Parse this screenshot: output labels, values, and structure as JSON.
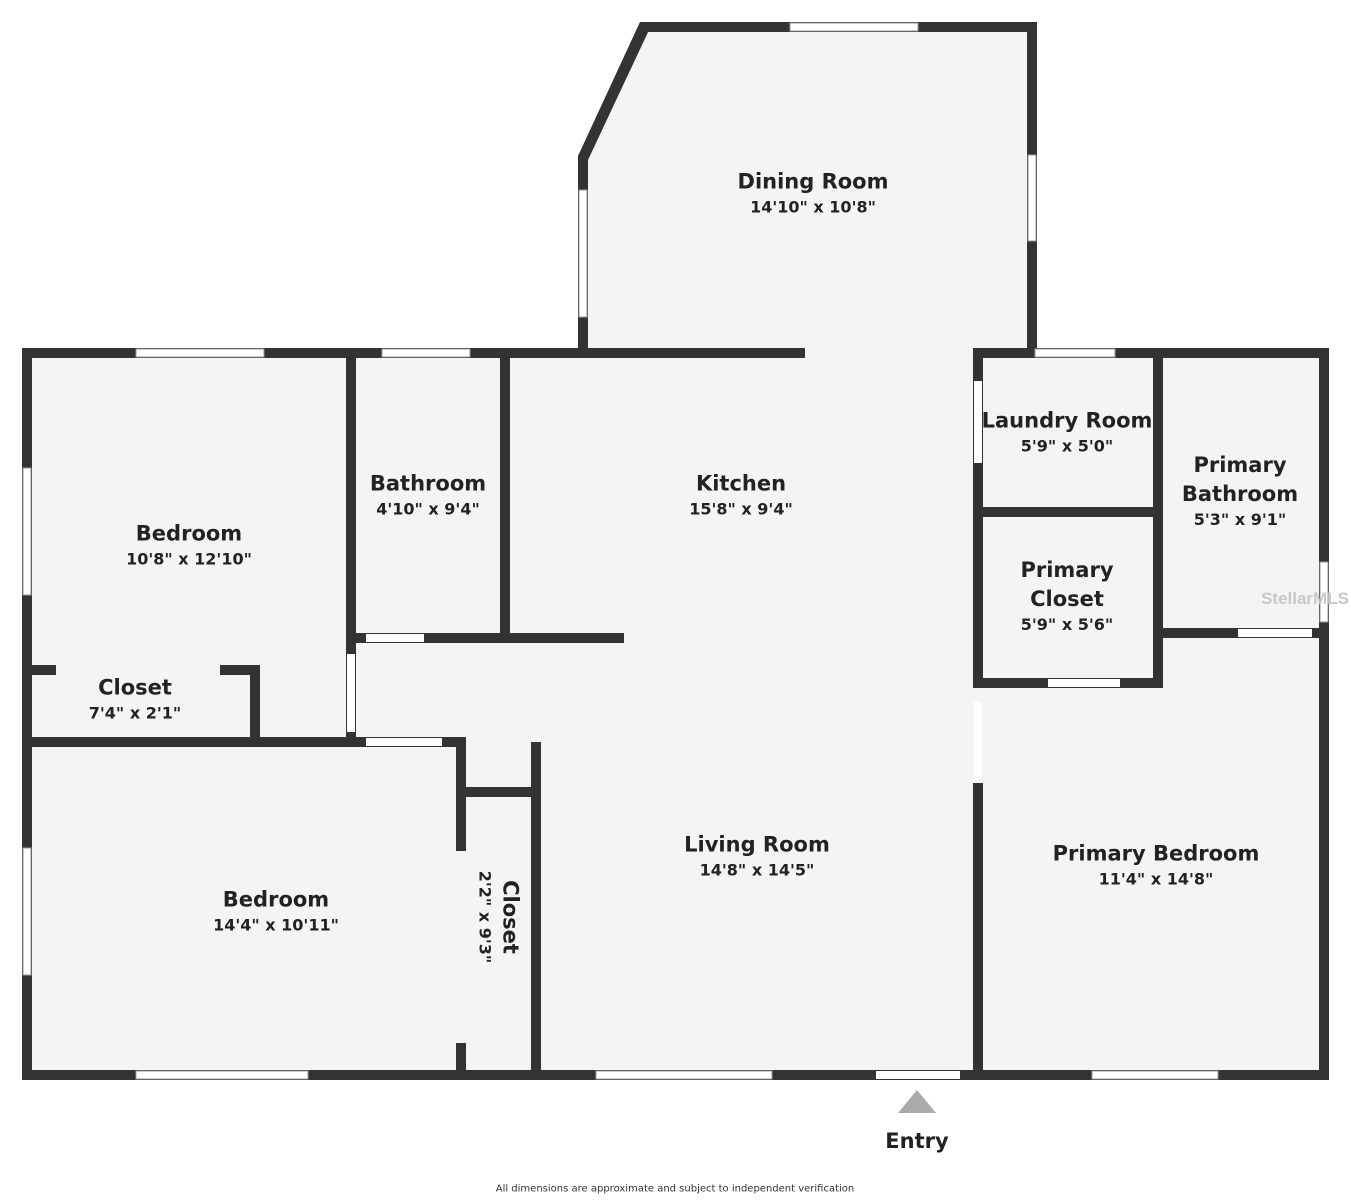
{
  "rooms": [
    {
      "name": "Dining Room",
      "dim": "14'10\" x 10'8\""
    },
    {
      "name": "Bedroom",
      "dim": "10'8\" x 12'10\""
    },
    {
      "name": "Bathroom",
      "dim": "4'10\" x 9'4\""
    },
    {
      "name": "Kitchen",
      "dim": "15'8\" x 9'4\""
    },
    {
      "name": "Laundry Room",
      "dim": "5'9\" x 5'0\""
    },
    {
      "name": "Primary Bathroom",
      "dim": "5'3\" x 9'1\""
    },
    {
      "name": "Primary Closet",
      "dim": "5'9\" x 5'6\""
    },
    {
      "name": "Closet",
      "dim": "7'4\" x 2'1\""
    },
    {
      "name": "Living Room",
      "dim": "14'8\" x 14'5\""
    },
    {
      "name": "Primary Bedroom",
      "dim": "11'4\" x 14'8\""
    },
    {
      "name": "Bedroom",
      "dim": "14'4\" x 10'11\""
    },
    {
      "name": "Closet",
      "dim": "2'2\" x 9'3\""
    }
  ],
  "entry_label": "Entry",
  "disclaimer": "All dimensions are approximate and subject to independent verification",
  "watermark": "StellarMLS",
  "colors": {
    "wall": "#333333",
    "floor": "#f4f4f4"
  }
}
